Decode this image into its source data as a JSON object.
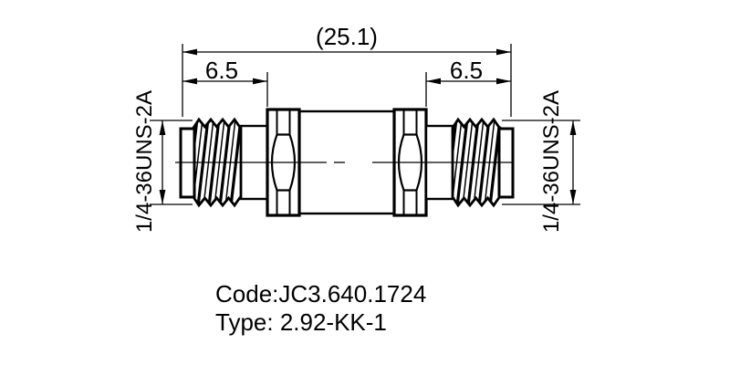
{
  "drawing": {
    "part_code": "Code:JC3.640.1724",
    "part_type": "Type: 2.92-KK-1",
    "dimensions": {
      "overall_length": "(25.1)",
      "left_protrusion": "6.5",
      "right_protrusion": "6.5",
      "left_thread_spec": "1/4-36UNS-2A",
      "right_thread_spec": "1/4-36UNS-2A"
    },
    "colors": {
      "line": "#000000",
      "background": "#ffffff"
    }
  }
}
